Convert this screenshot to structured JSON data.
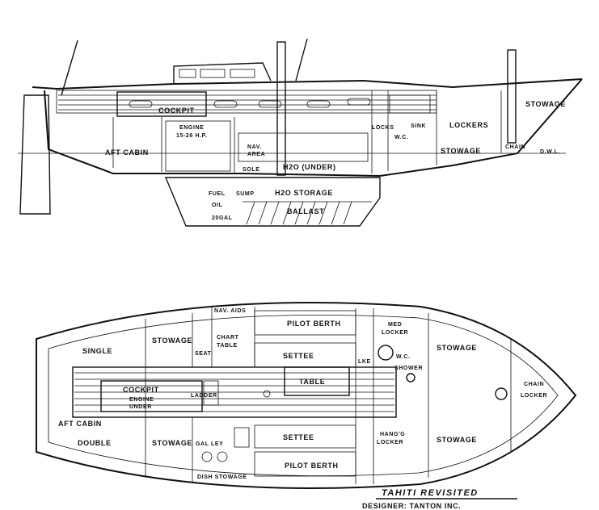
{
  "profile": {
    "cockpit": "COCKPIT",
    "aft_cabin": "AFT CABIN",
    "engine": "ENGINE",
    "engine_hp": "15-26 H.P.",
    "nav_area": "NAV.",
    "nav_area2": "AREA",
    "sole": "SOLE",
    "water": "H2O (UNDER)",
    "fuel": "FUEL",
    "oil": "OIL",
    "gal": "20GAL",
    "sump": "SUMP",
    "h2o_storage": "H2O STORAGE",
    "ballast": "BALLAST",
    "locks": "LOCKS",
    "sink": "SINK",
    "wc": "W.C.",
    "lockers": "LOCKERS",
    "stowage_fwd": "STOWAGE",
    "stowage_low": "STOWAGE",
    "chain": "CHAIN",
    "dwl": "D.W.L."
  },
  "plan": {
    "single": "SINGLE",
    "stowage_aft_port": "STOWAGE",
    "nav_aids": "NAV. AIDS",
    "chart_table": "CHART",
    "chart_table2": "TABLE",
    "seat": "SEAT",
    "pilot_berth_port": "PILOT BERTH",
    "settee_port": "SETTEE",
    "med_locker": "MED",
    "med_locker2": "LOCKER",
    "wc": "W.C.",
    "stowage_fwd_port": "STOWAGE",
    "lke": "LKE",
    "shower": "SHOWER",
    "chain_locker": "CHAIN",
    "chain_locker2": "LOCKER",
    "cockpit": "COCKPIT",
    "engine": "ENGINE",
    "engine2": "UNDER",
    "ladder": "LADDER",
    "table": "TABLE",
    "aft_cabin": "AFT CABIN",
    "double": "DOUBLE",
    "stowage_aft_stbd": "STOWAGE",
    "galley": "GAL LEY",
    "settee_stbd": "SETTEE",
    "hanging_locker": "HANG'G",
    "hanging_locker2": "LOCKER",
    "stowage_fwd_stbd": "STOWAGE",
    "pilot_berth_stbd": "PILOT BERTH",
    "dish_stowage": "DISH STOWAGE"
  },
  "caption": {
    "title": "TAHITI REVISITED",
    "designer": "DESIGNER: TANTON INC."
  }
}
